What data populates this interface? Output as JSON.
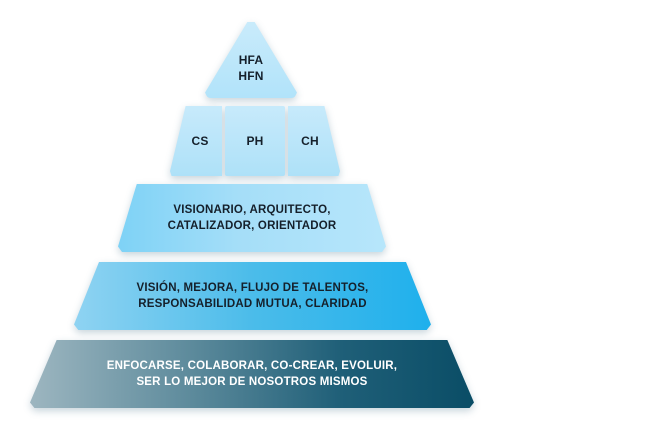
{
  "pyramid": {
    "apex": {
      "line1": "HFA",
      "line2": "HFN"
    },
    "segments": {
      "left": "CS",
      "center": "PH",
      "right": "CH"
    },
    "roles": {
      "line1": "VISIONARIO, ARQUITECTO,",
      "line2": "CATALIZADOR, ORIENTADOR"
    },
    "practices": {
      "line1": "VISIÓN, MEJORA, FLUJO DE TALENTOS,",
      "line2": "RESPONSABILIDAD MUTUA, CLARIDAD"
    },
    "base": {
      "line1": "ENFOCARSE, COLABORAR, CO-CREAR, EVOLUIR,",
      "line2": "SER LO MEJOR DE NOSOTROS MISMOS"
    }
  },
  "colors": {
    "light_tier": "#b1e3fa",
    "mid_tier": "#4bbcea",
    "base_tier_dark": "#0a4d66",
    "text_dark": "#15202b",
    "text_light": "#ffffff"
  }
}
